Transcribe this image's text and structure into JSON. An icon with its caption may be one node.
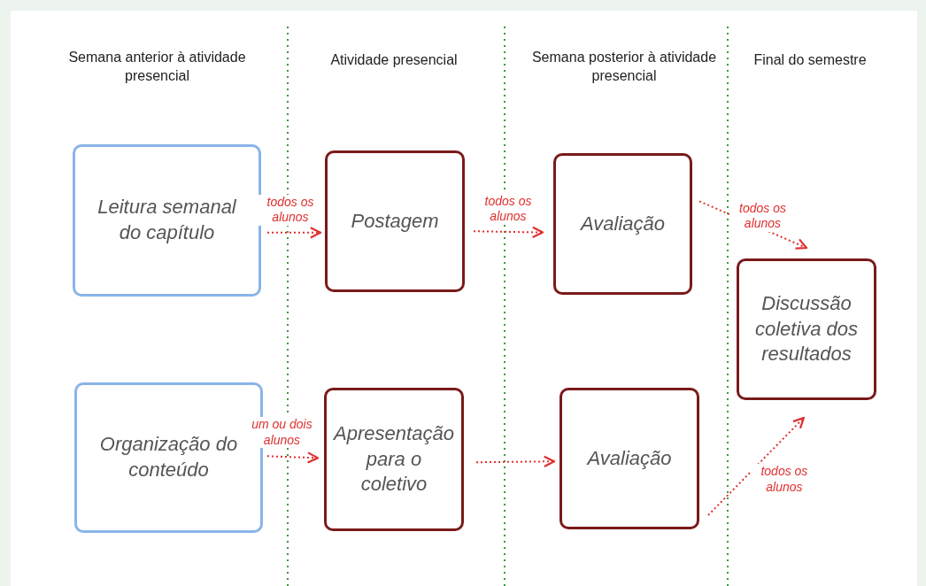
{
  "diagram": {
    "nodes": [
      {
        "text": [
          "Leitura semanal do capítulo"
        ]
      },
      {
        "text": [
          "Postagem"
        ]
      },
      {
        "text": [
          "Avaliação"
        ]
      },
      {
        "text": [
          "Discussão coletiva dos resultados"
        ]
      },
      {
        "text": [
          "Organização do conteúdo"
        ]
      },
      {
        "text": [
          "Apresentação para o coletivo"
        ]
      },
      {
        "text": [
          "Avaliação"
        ]
      }
    ],
    "edges": [
      {
        "from": 0,
        "to": 1,
        "arrow": "to",
        "label": "todos os alunos"
      },
      {
        "from": 1,
        "to": 2,
        "arrow": "to",
        "label": "todos os alunos"
      },
      {
        "from": 2,
        "to": 3,
        "arrow": "to",
        "label": "todos os alunos"
      },
      {
        "from": 4,
        "to": 5,
        "arrow": "to",
        "label": "um ou dois alunos"
      },
      {
        "from": 5,
        "to": 6,
        "arrow": "to"
      },
      {
        "from": 6,
        "to": 3,
        "arrow": "to",
        "label": "todos os alunos"
      }
    ],
    "labels": [
      "Semana anterior à atividade presencial",
      "Atividade presencial",
      "Semana posterior à atividade presencial",
      "Final do semestre"
    ]
  }
}
